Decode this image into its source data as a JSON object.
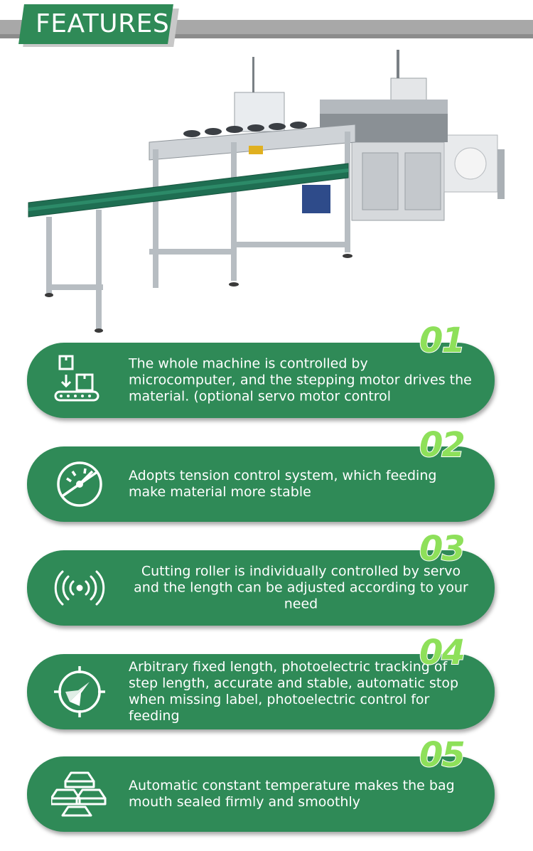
{
  "header": {
    "title": "FEATURES"
  },
  "features": [
    {
      "number": "01",
      "icon": "conveyor-box-icon",
      "text": "The whole machine is controlled by microcomputer, and the stepping motor drives the material. (optional servo motor control"
    },
    {
      "number": "02",
      "icon": "gauge-icon",
      "text": "Adopts tension control system, which feeding make material more stable"
    },
    {
      "number": "03",
      "icon": "signal-wave-icon",
      "text": "Cutting roller is individually controlled by servo and the length can be adjusted according to your need"
    },
    {
      "number": "04",
      "icon": "compass-icon",
      "text": "Arbitrary fixed length, photoelectric tracking of step length, accurate and stable, automatic stop when missing label, photoelectric control for feeding"
    },
    {
      "number": "05",
      "icon": "gold-bars-icon",
      "text": "Automatic constant temperature makes the bag mouth sealed firmly and smoothly"
    }
  ],
  "colors": {
    "green": "#2f8a57",
    "number_green": "#8ee05a",
    "gray_bar": "#a8a8a8"
  }
}
